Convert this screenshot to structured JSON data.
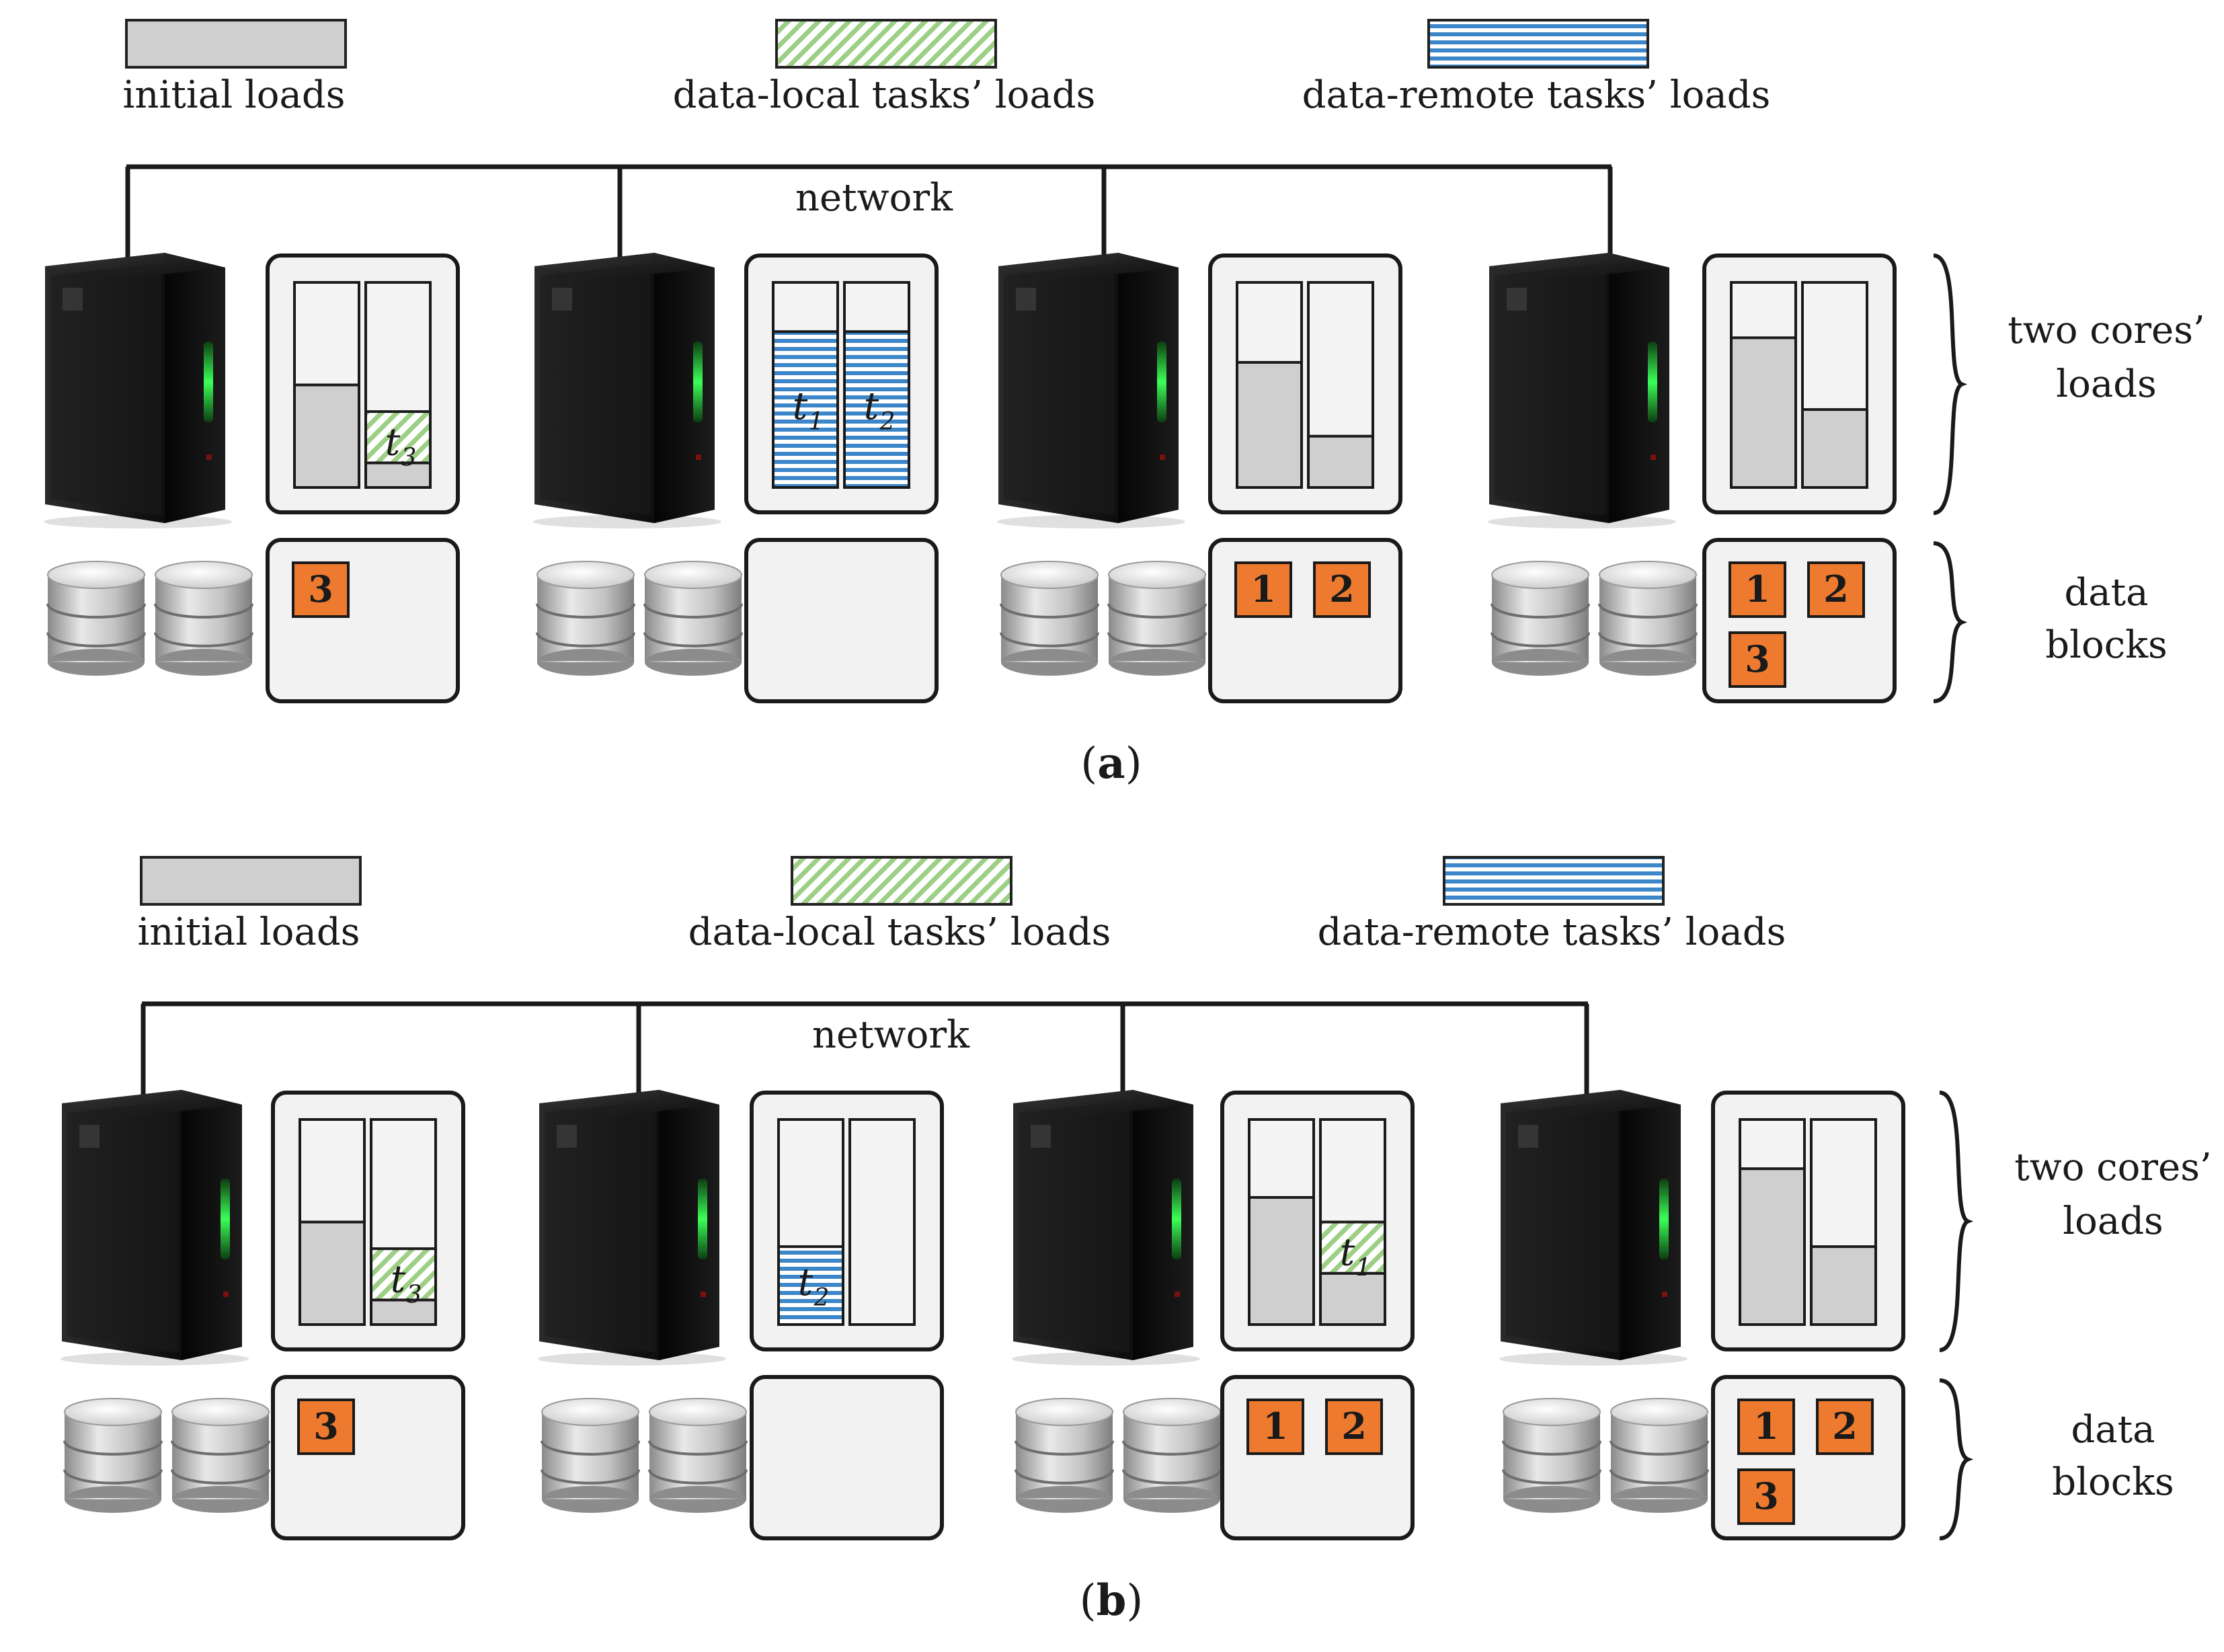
{
  "legend": {
    "initial": "initial loads",
    "local": "data-local tasks’ loads",
    "remote": "data-remote tasks’ loads"
  },
  "network_label": "network",
  "side_labels": {
    "cores_line1": "two cores’",
    "cores_line2": "loads",
    "blocks_line1": "data",
    "blocks_line2": "blocks"
  },
  "colors": {
    "initial": "#cfcfcf",
    "local_stripe": "#9dcf86",
    "remote_stripe": "#3b87c9",
    "block": "#ee7a2f",
    "panel": "#f2f2f2"
  },
  "panels": [
    {
      "caption": "a",
      "servers": [
        {
          "cores": [
            {
              "initial": 0.5,
              "local": 0,
              "remote": 0,
              "task": ""
            },
            {
              "initial": 0.12,
              "local": 0.25,
              "remote": 0,
              "task": "3"
            }
          ],
          "blocks": [
            "3"
          ]
        },
        {
          "cores": [
            {
              "initial": 0,
              "local": 0,
              "remote": 0.76,
              "task": "1"
            },
            {
              "initial": 0,
              "local": 0,
              "remote": 0.76,
              "task": "2"
            }
          ],
          "blocks": []
        },
        {
          "cores": [
            {
              "initial": 0.61,
              "local": 0,
              "remote": 0,
              "task": ""
            },
            {
              "initial": 0.25,
              "local": 0,
              "remote": 0,
              "task": ""
            }
          ],
          "blocks": [
            "1",
            "2"
          ]
        },
        {
          "cores": [
            {
              "initial": 0.73,
              "local": 0,
              "remote": 0,
              "task": ""
            },
            {
              "initial": 0.38,
              "local": 0,
              "remote": 0,
              "task": ""
            }
          ],
          "blocks": [
            "1",
            "2",
            "3"
          ]
        }
      ]
    },
    {
      "caption": "b",
      "servers": [
        {
          "cores": [
            {
              "initial": 0.5,
              "local": 0,
              "remote": 0,
              "task": ""
            },
            {
              "initial": 0.12,
              "local": 0.25,
              "remote": 0,
              "task": "3"
            }
          ],
          "blocks": [
            "3"
          ]
        },
        {
          "cores": [
            {
              "initial": 0,
              "local": 0,
              "remote": 0.38,
              "task": "2"
            },
            {
              "initial": 0,
              "local": 0,
              "remote": 0,
              "task": ""
            }
          ],
          "blocks": []
        },
        {
          "cores": [
            {
              "initial": 0.62,
              "local": 0,
              "remote": 0,
              "task": ""
            },
            {
              "initial": 0.25,
              "local": 0.25,
              "remote": 0,
              "task": "1"
            }
          ],
          "blocks": [
            "1",
            "2"
          ]
        },
        {
          "cores": [
            {
              "initial": 0.76,
              "local": 0,
              "remote": 0,
              "task": ""
            },
            {
              "initial": 0.38,
              "local": 0,
              "remote": 0,
              "task": ""
            }
          ],
          "blocks": [
            "1",
            "2",
            "3"
          ]
        }
      ]
    }
  ]
}
